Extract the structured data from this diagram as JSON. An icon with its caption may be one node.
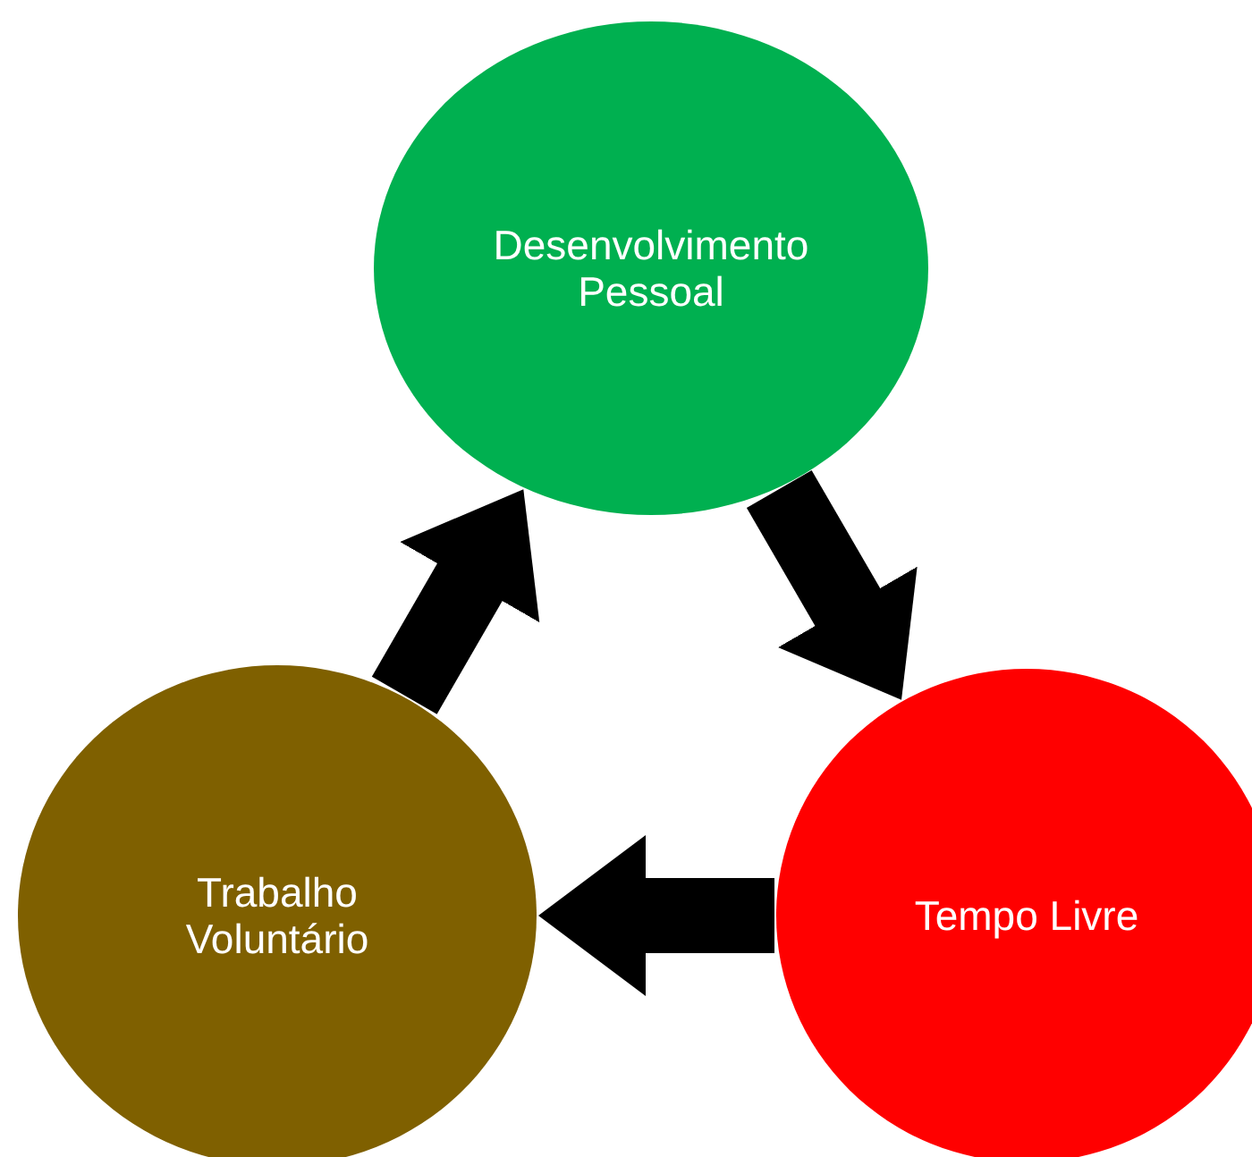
{
  "diagram": {
    "nodes": [
      {
        "text": [
          "Desenvolvimento Pessoal"
        ]
      },
      {
        "text": [
          "Tempo Livre"
        ]
      },
      {
        "text": [
          "Trabalho Voluntário"
        ]
      }
    ],
    "edges": [
      {
        "from": 0,
        "to": 1,
        "arrow": "to"
      },
      {
        "from": 1,
        "to": 2,
        "arrow": "to"
      },
      {
        "from": 2,
        "to": 0,
        "arrow": "to"
      }
    ]
  }
}
